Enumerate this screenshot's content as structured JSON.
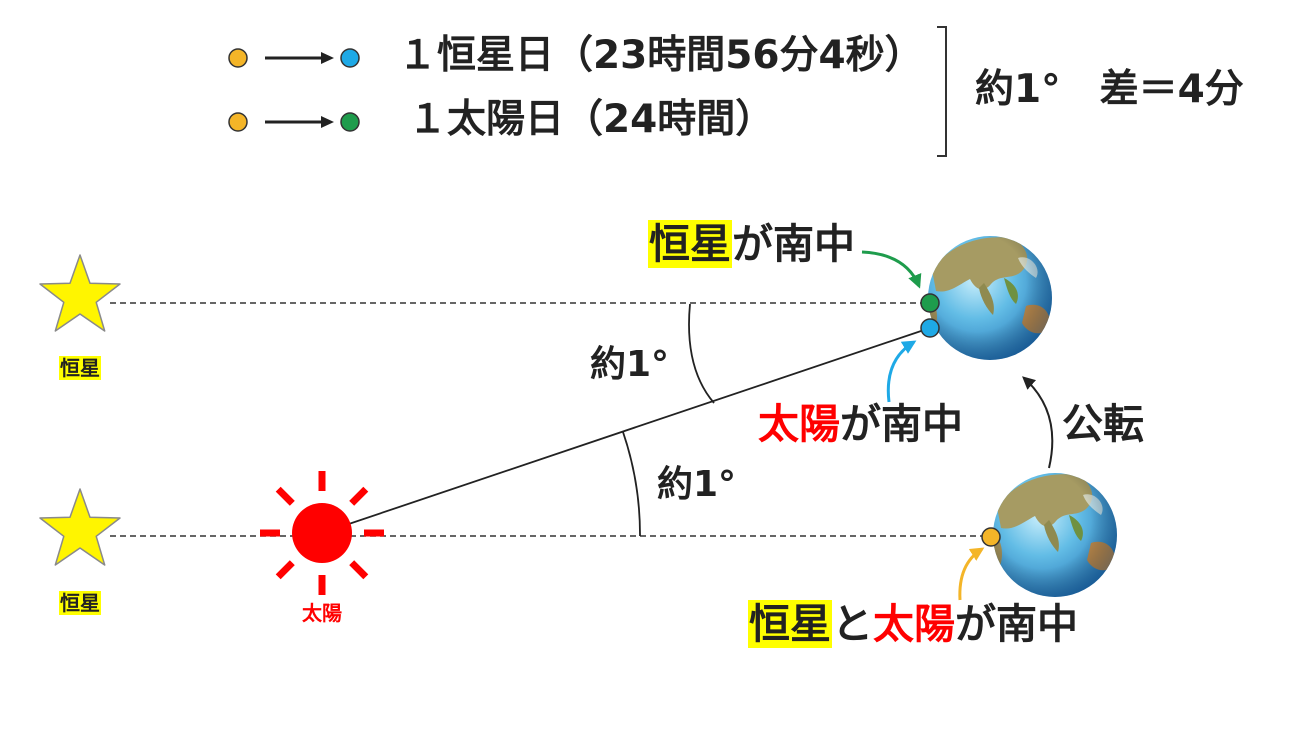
{
  "legend": {
    "rows": [
      {
        "text": "１恒星日（23時間56分4秒）",
        "start_dot": "yellow",
        "end_dot": "blue"
      },
      {
        "text": "１太陽日（24時間）",
        "start_dot": "yellow",
        "end_dot": "green"
      }
    ],
    "summary": "約1°　差＝4分"
  },
  "diagram": {
    "stars": [
      {
        "label": "恒星"
      },
      {
        "label": "恒星"
      }
    ],
    "sun": {
      "label": "太陽"
    },
    "angle_labels": [
      "約1°",
      "約1°"
    ],
    "sidereal_transit": {
      "star": "恒星",
      "suffix": "が南中"
    },
    "solar_transit": {
      "sun": "太陽",
      "suffix": "が南中"
    },
    "revolution": "公転",
    "both_transit": {
      "star": "恒星",
      "and": "と",
      "sun": "太陽",
      "suffix": "が南中"
    }
  },
  "colors": {
    "dot_yellow": "#F4B528",
    "dot_blue": "#1EA9E6",
    "dot_green": "#1E9C4C",
    "sun": "#FF0000",
    "highlight": "#FFFF00",
    "star": "#FFF500"
  },
  "icons": {
    "star": "star-icon",
    "sun": "sun-icon",
    "earth": "earth-icon"
  }
}
